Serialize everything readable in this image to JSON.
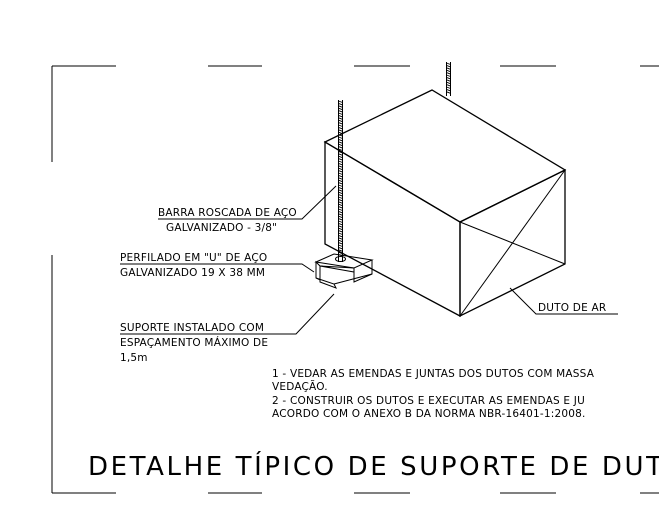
{
  "callouts": {
    "threaded_rod": {
      "line1": "BARRA ROSCADA DE AÇO",
      "line2": "GALVANIZADO - 3/8\""
    },
    "u_channel": {
      "line1": "PERFILADO EM \"U\" DE AÇO",
      "line2": "GALVANIZADO 19 X 38 MM"
    },
    "support": {
      "line1": "SUPORTE INSTALADO COM",
      "line2": "ESPAÇAMENTO MÁXIMO DE",
      "line3": "1,5m"
    },
    "duct": {
      "label": "DUTO DE AR"
    }
  },
  "notes": {
    "note1_line1": "1 - VEDAR AS EMENDAS E JUNTAS DOS DUTOS COM MASSA",
    "note1_line2": "VEDAÇÃO.",
    "note2_line1": "2 - CONSTRUIR OS DUTOS E EXECUTAR AS EMENDAS E JU",
    "note2_line2": "ACORDO COM O ANEXO B DA NORMA NBR-16401-1:2008."
  },
  "title": "DETALHE TÍPICO DE SUPORTE DE DUT"
}
